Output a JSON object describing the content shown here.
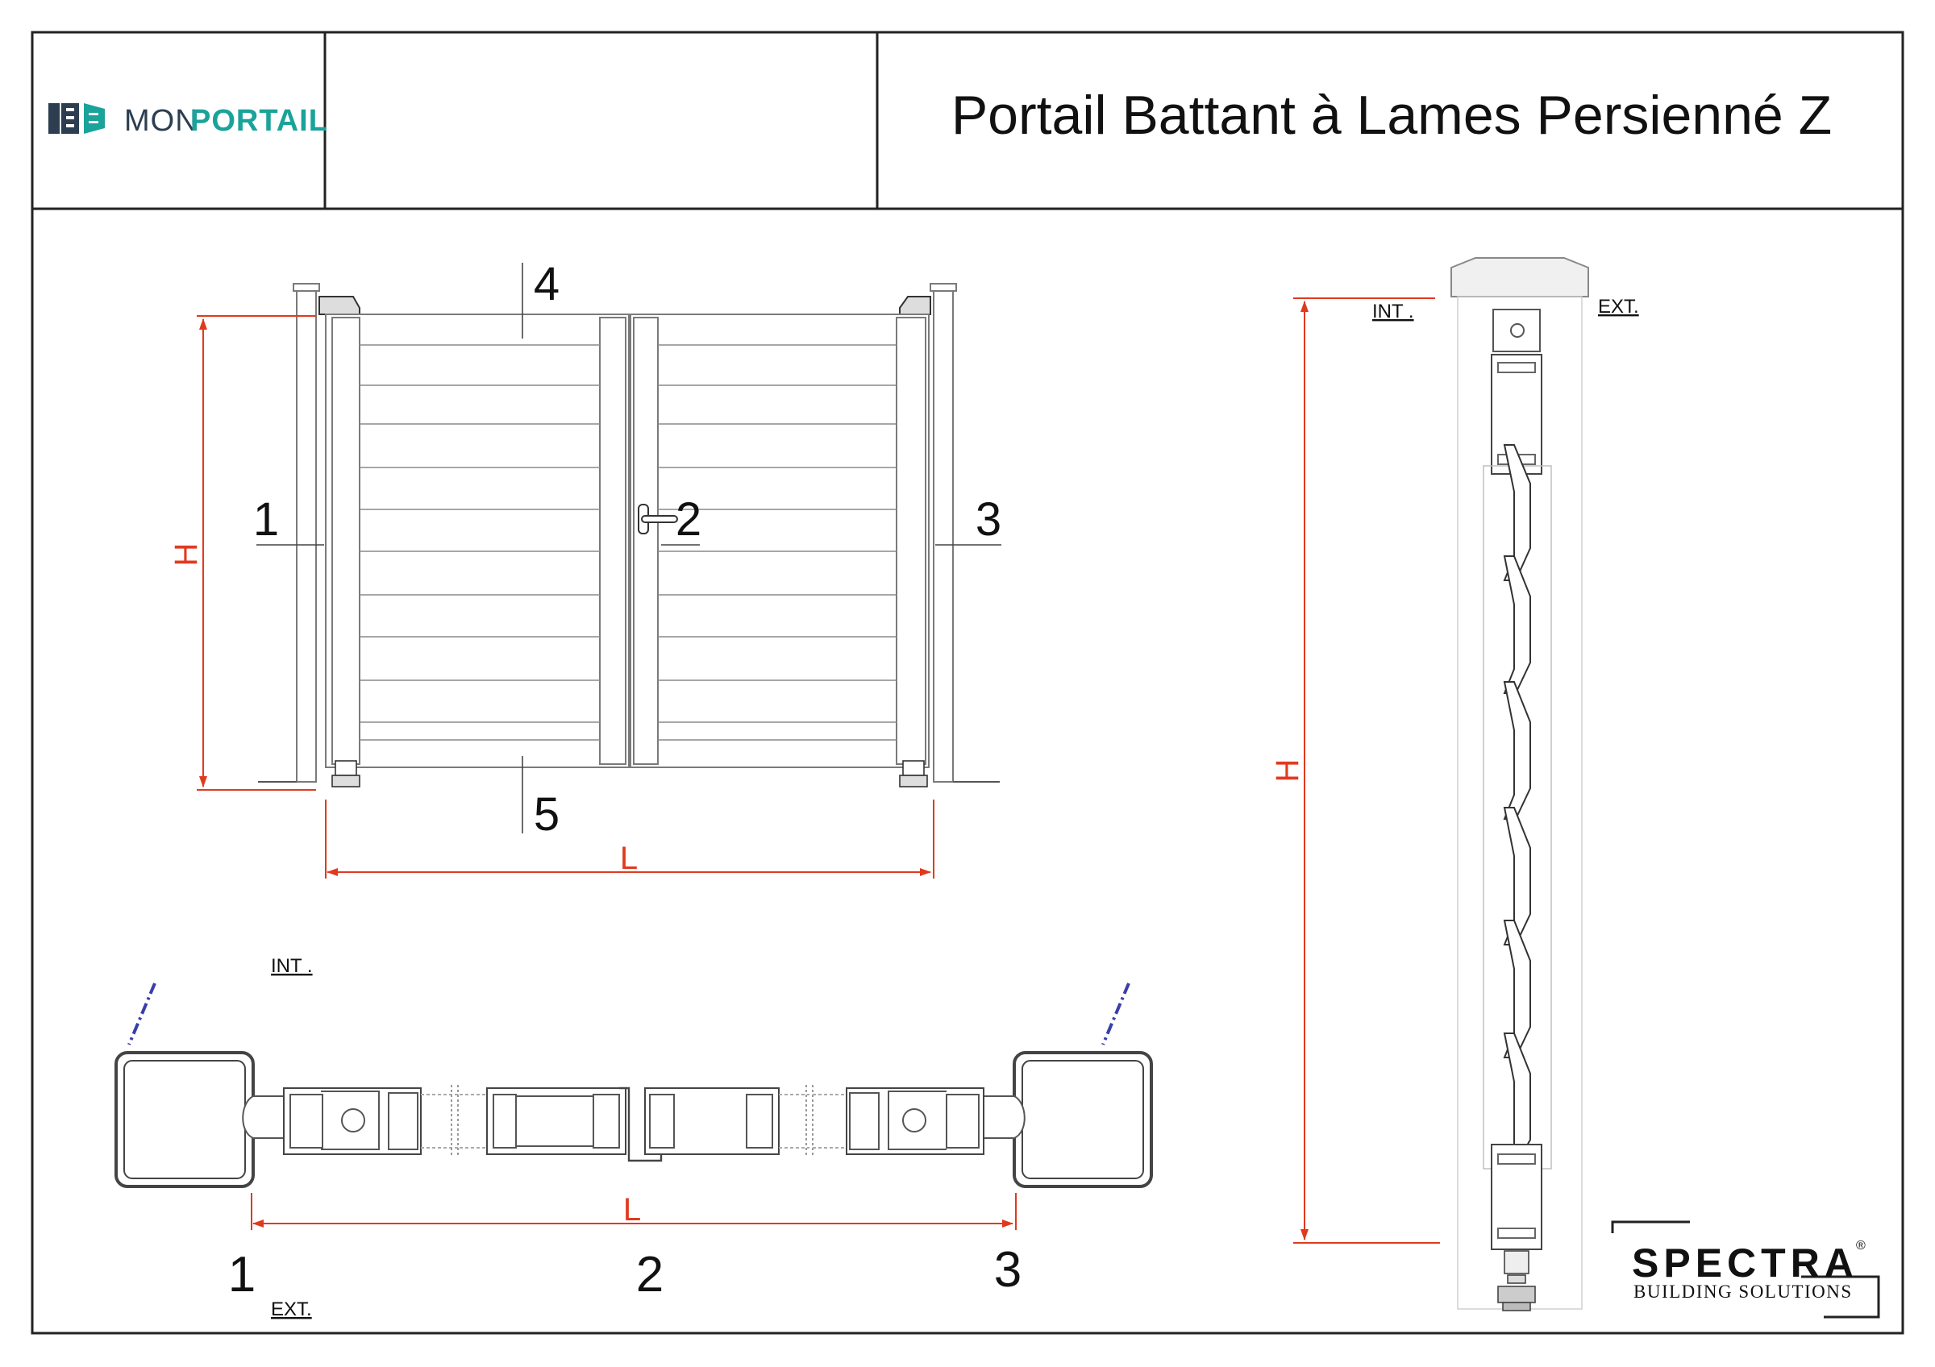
{
  "title_block": {
    "brand_prefix": "MON",
    "brand_suffix": "PORTAIL",
    "title": "Portail Battant à Lames Persienné Z"
  },
  "colors": {
    "frame": "#222222",
    "line": "#7a7a7a",
    "dimension": "#e03a1e",
    "brand_dark": "#2c3e50",
    "brand_teal": "#1aa39a",
    "axis_blue": "#3a3fa8"
  },
  "front_view": {
    "labels": [
      "1",
      "2",
      "3",
      "4",
      "5"
    ],
    "dim_height": "H",
    "dim_width": "L"
  },
  "plan_view": {
    "int_label": "INT .",
    "ext_label": "EXT.",
    "labels": [
      "1",
      "2",
      "3"
    ],
    "dim_width": "L"
  },
  "section_view": {
    "int_label": "INT .",
    "ext_label": "EXT.",
    "dim_height": "H"
  },
  "manufacturer": {
    "name": "SPECTRA",
    "registered": "®",
    "tagline": "BUILDING SOLUTIONS"
  }
}
